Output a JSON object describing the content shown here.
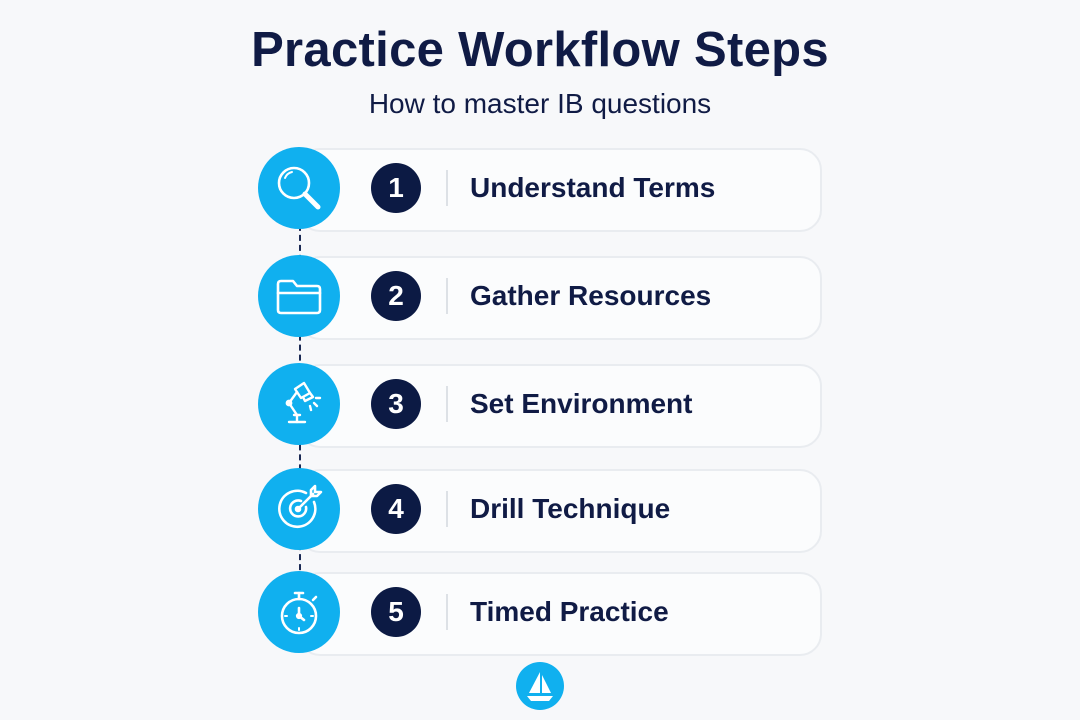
{
  "header": {
    "title": "Practice Workflow Steps",
    "subtitle": "How to master IB questions"
  },
  "steps": [
    {
      "number": "1",
      "label": "Understand Terms",
      "icon": "magnifying-glass-icon"
    },
    {
      "number": "2",
      "label": "Gather Resources",
      "icon": "folder-icon"
    },
    {
      "number": "3",
      "label": "Set Environment",
      "icon": "desk-lamp-icon"
    },
    {
      "number": "4",
      "label": "Drill Technique",
      "icon": "target-icon"
    },
    {
      "number": "5",
      "label": "Timed Practice",
      "icon": "stopwatch-icon"
    }
  ],
  "footer": {
    "logo_icon": "sailboat-icon"
  },
  "colors": {
    "accent": "#10b0ef",
    "navy": "#0c1a44",
    "title": "#101b45",
    "card_border": "#e9ecf0",
    "background": "#f7f8fa"
  }
}
